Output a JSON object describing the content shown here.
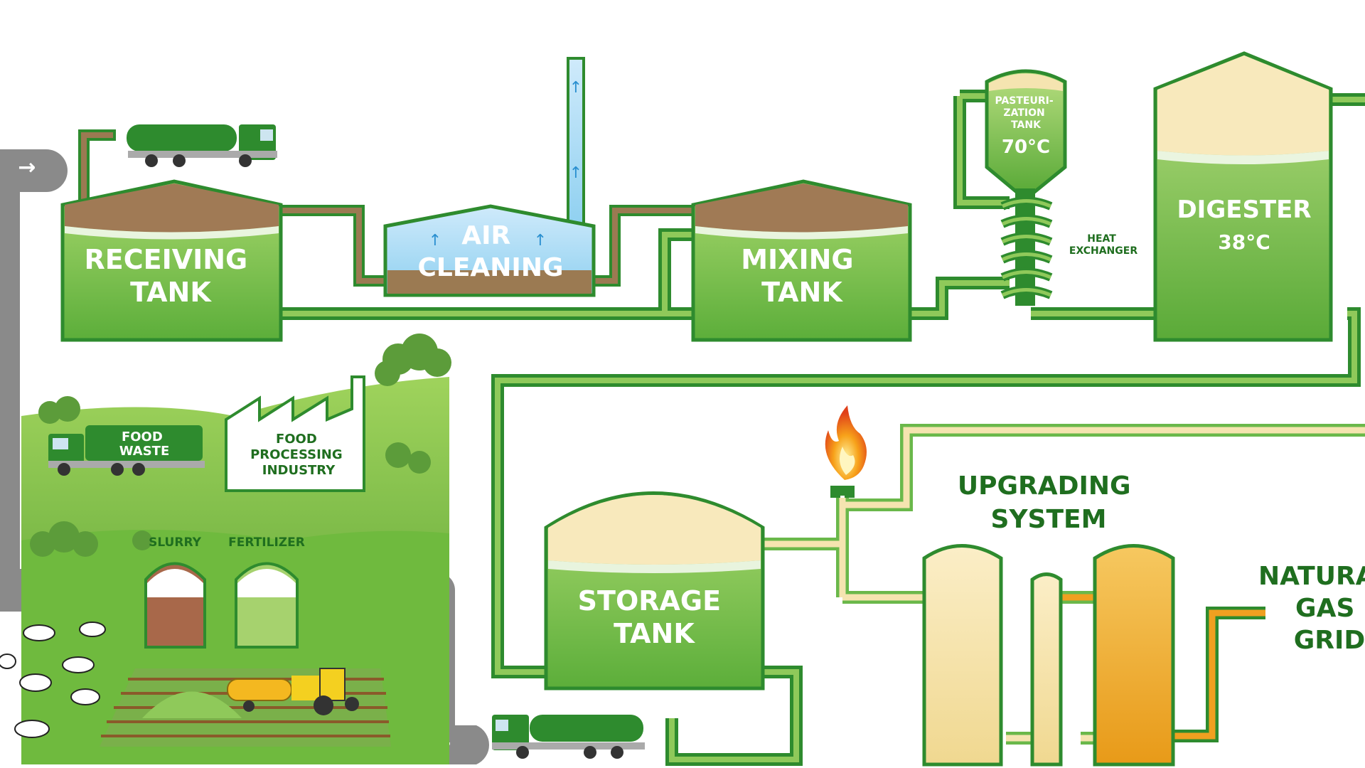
{
  "labels": {
    "receiving_tank": [
      "RECEIVING",
      "TANK"
    ],
    "air_cleaning": [
      "AIR",
      "CLEANING"
    ],
    "mixing_tank": [
      "MIXING",
      "TANK"
    ],
    "pasteurization_tank": [
      "PASTEURI-",
      "ZATION",
      "TANK"
    ],
    "pasteurization_temp": "70°C",
    "heat_exchanger": [
      "HEAT",
      "EXCHANGER"
    ],
    "digester": "DIGESTER",
    "digester_temp": "38°C",
    "food_waste": [
      "FOOD",
      "WASTE"
    ],
    "food_processing": [
      "FOOD",
      "PROCESSING",
      "INDUSTRY"
    ],
    "slurry": "SLURRY",
    "fertilizer": "FERTILIZER",
    "storage_tank": [
      "STORAGE",
      "TANK"
    ],
    "upgrading_system": [
      "UPGRADING",
      "SYSTEM"
    ],
    "natural_gas_grid": [
      "NATURAL",
      "GAS",
      "GRID"
    ]
  },
  "colors": {
    "green_dark": "#2e8b2e",
    "green_light": "#8fc95a",
    "pipe_green": "#4caf3e",
    "pipe_brown": "#9b7a52",
    "gas_cream": "#f5e4b0",
    "gas_orange": "#f0a020",
    "road_gray": "#8a8a8a",
    "sky_blue": "#bfe3f5"
  }
}
